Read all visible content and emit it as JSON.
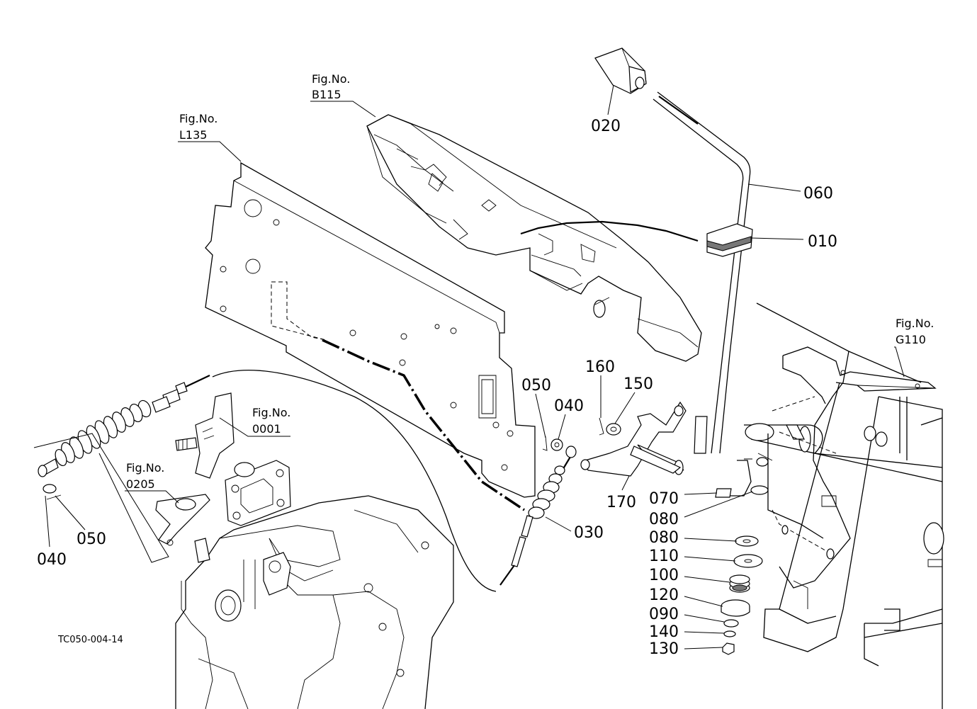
{
  "figure_refs": {
    "b115": {
      "label": "Fig.No.",
      "number": "B115"
    },
    "l135": {
      "label": "Fig.No.",
      "number": "L135"
    },
    "f0001": {
      "label": "Fig.No.",
      "number": "0001"
    },
    "f0205": {
      "label": "Fig.No.",
      "number": "0205"
    },
    "g110": {
      "label": "Fig.No.",
      "number": "G110"
    }
  },
  "part_numbers": {
    "p020": "020",
    "p060": "060",
    "p010": "010",
    "p160": "160",
    "p150": "150",
    "p050_mid": "050",
    "p040_mid": "040",
    "p170": "170",
    "p070": "070",
    "p080_a": "080",
    "p080_b": "080",
    "p110": "110",
    "p100": "100",
    "p120": "120",
    "p090": "090",
    "p140": "140",
    "p130": "130",
    "p030": "030",
    "p040_left": "040",
    "p050_left": "050"
  },
  "drawing_code": "TC050-004-14"
}
